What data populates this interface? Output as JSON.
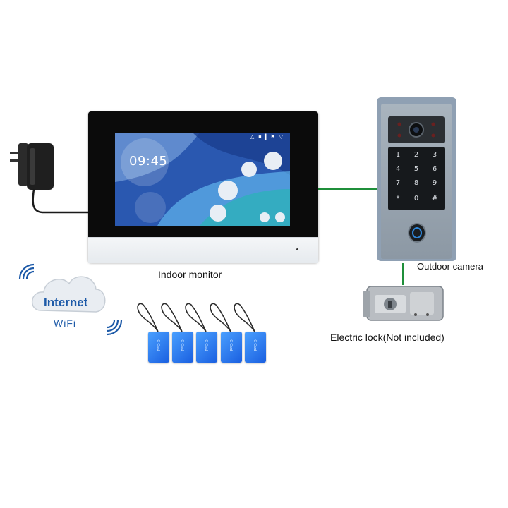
{
  "monitor": {
    "caption": "Indoor monitor",
    "screen_time": "09:45",
    "screen_status_icons": "△ ■▐ ⚑ ▽"
  },
  "camera": {
    "caption": "Outdoor camera",
    "keys": [
      "1",
      "2",
      "3",
      "4",
      "5",
      "6",
      "7",
      "8",
      "9",
      "*",
      "0",
      "#"
    ]
  },
  "lock": {
    "caption": "Electric lock(Not included)"
  },
  "cloud": {
    "line1": "Internet",
    "line2": "WiFi"
  },
  "tags": {
    "count": 5,
    "label": "IC Card"
  },
  "colors": {
    "wire_green": "#1f8f3a",
    "cloud_blue": "#1d5aa8",
    "tag_blue": "#2a7be8"
  },
  "icons": [
    "power-adapter-icon",
    "wifi-signal-icon",
    "cloud-icon",
    "rfid-tag-icon",
    "electric-lock-icon",
    "camera-lens-icon",
    "fingerprint-icon"
  ]
}
